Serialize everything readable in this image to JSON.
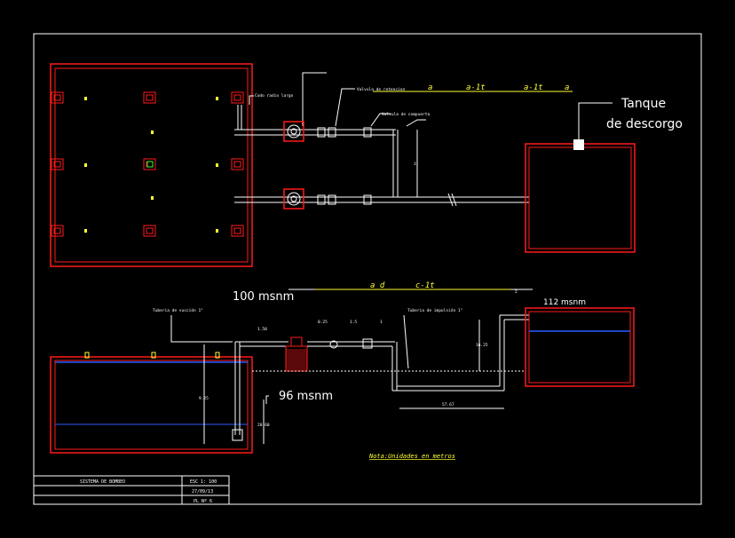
{
  "labels": {
    "tank_label_line1": "Tanque",
    "tank_label_line2": "de descorgo",
    "elev_100": "100 msnm",
    "elev_96": "96 msnm",
    "elev_112": "112 msnm",
    "suction_pipe": "Tuberia de succión 1\"",
    "impulsion_pipe": "Tuberia de impulsión 1\"",
    "valvula_check": "Valvula de retencion",
    "valvula_compuerta": "Valvula de compuerta",
    "codo_radio_largo": "Codo radio largo",
    "note": "Nota:Unidades en metros",
    "plan_section_a": "a",
    "plan_section_b": "a-1t",
    "plan_section_c": "a-1t",
    "plan_section_d": "a",
    "elev_section_a": "a d",
    "elev_section_b": "c-1t",
    "dim_025": "0.25",
    "dim_1": "1",
    "dim_15": "1.5",
    "dim_2": "2",
    "dim_3": "3",
    "dim_150": "1.50",
    "dim_925": "9.25",
    "dim_2060": "20.60",
    "dim_1625": "16.25",
    "dim_5767": "57.67"
  },
  "title_block": {
    "title": "SISTEMA DE BOMBEO",
    "scale": "ESC 1: 100",
    "date": "27/09/13",
    "sheet": "PL Nº 6"
  },
  "colors": {
    "frame": "#ffffff",
    "tank_wall": "#ff1a1a",
    "pipe": "#ffffff",
    "dim_text": "#ffff33",
    "water": "#2a5bff",
    "pump_square": "#ff1a1a"
  }
}
